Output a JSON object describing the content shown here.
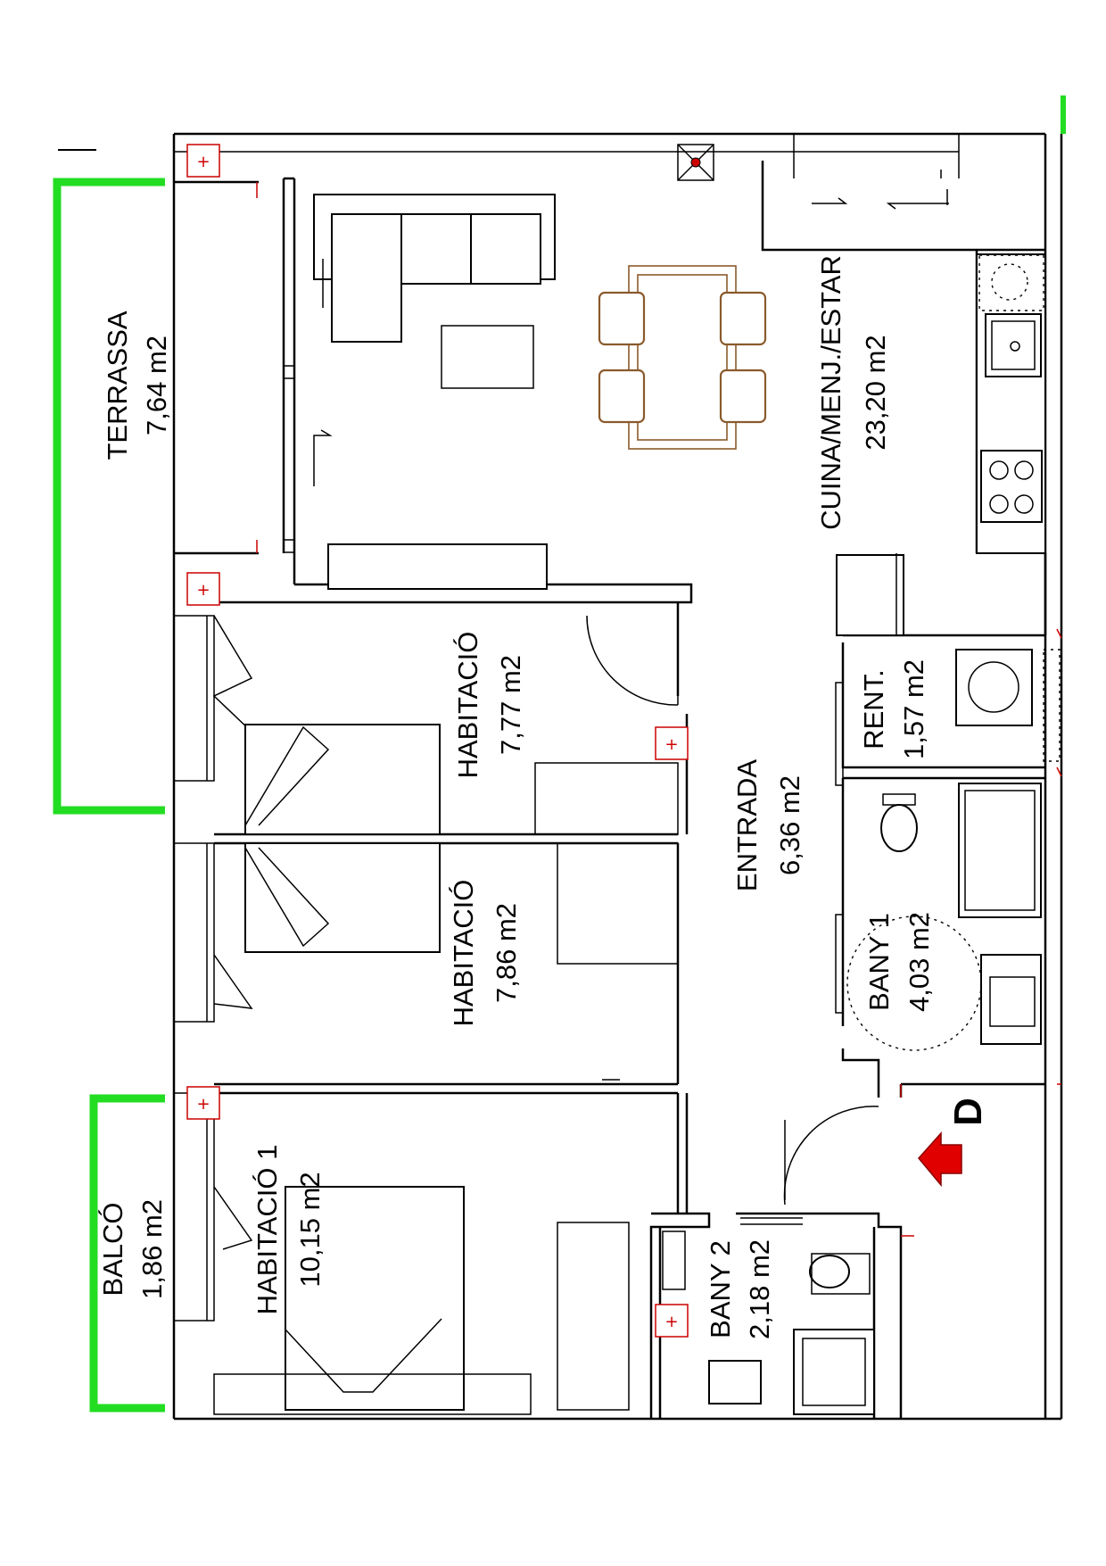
{
  "rooms": {
    "terrassa": {
      "name": "TERRASSA",
      "area": "7,64 m2"
    },
    "cuina": {
      "name": "CUINA/MENJ./ESTAR",
      "area": "23,20 m2"
    },
    "habitacio_a": {
      "name": "HABITACIÓ",
      "area": "7,77 m2"
    },
    "habitacio_b": {
      "name": "HABITACIÓ",
      "area": "7,86 m2"
    },
    "habitacio_1": {
      "name": "HABITACIÓ 1",
      "area": "10,15 m2"
    },
    "entrada": {
      "name": "ENTRADA",
      "area": "6,36 m2"
    },
    "rent": {
      "name": "RENT.",
      "area": "1,57 m2"
    },
    "bany_1": {
      "name": "BANY 1",
      "area": "4,03 m2"
    },
    "bany_2": {
      "name": "BANY 2",
      "area": "2,18 m2"
    },
    "balco": {
      "name": "BALCÓ",
      "area": "1,86 m2"
    }
  },
  "entry_marker": {
    "letter": "D",
    "arrow_color": "#e00000"
  },
  "colors": {
    "outdoor_outline": "#22dd22",
    "chairs": "#8a5a2b",
    "marks": "#cc0000",
    "walls": "#000000"
  },
  "icons": [
    "entry-arrow-icon",
    "smoke-vent-icon",
    "outlet-icon"
  ]
}
